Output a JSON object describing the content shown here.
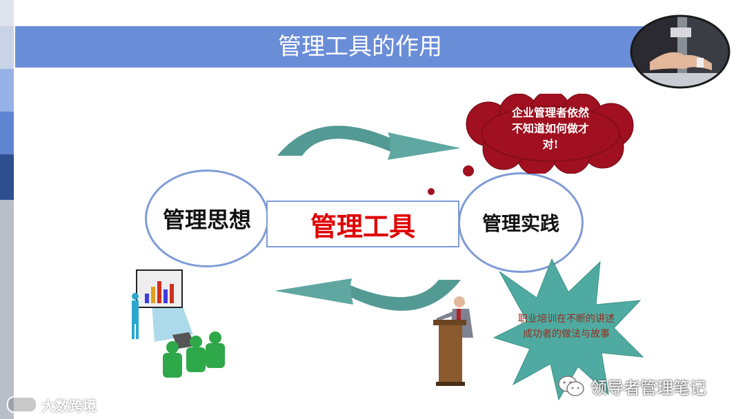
{
  "slide": {
    "title": "管理工具的作用",
    "left_node": "管理思想",
    "center_node": "管理工具",
    "right_node": "管理实践",
    "thought_bubble": [
      "企业管理者依然",
      "不知道如何做才",
      "对!"
    ],
    "star_callout": [
      "职业培训在不断的讲述",
      "成功者的做法与故事"
    ]
  },
  "watermarks": {
    "left": "大数跨境",
    "right": "领导者管理笔记"
  },
  "colors": {
    "banner": "#6a8dd8",
    "arrow": "#5fa7a0",
    "cloud": "#a01020",
    "star": "#4faba1",
    "center_text": "#e00000"
  },
  "icons": [
    "handshake-photo",
    "presentation-clipart",
    "speaker-podium-clipart",
    "wechat-icon"
  ]
}
